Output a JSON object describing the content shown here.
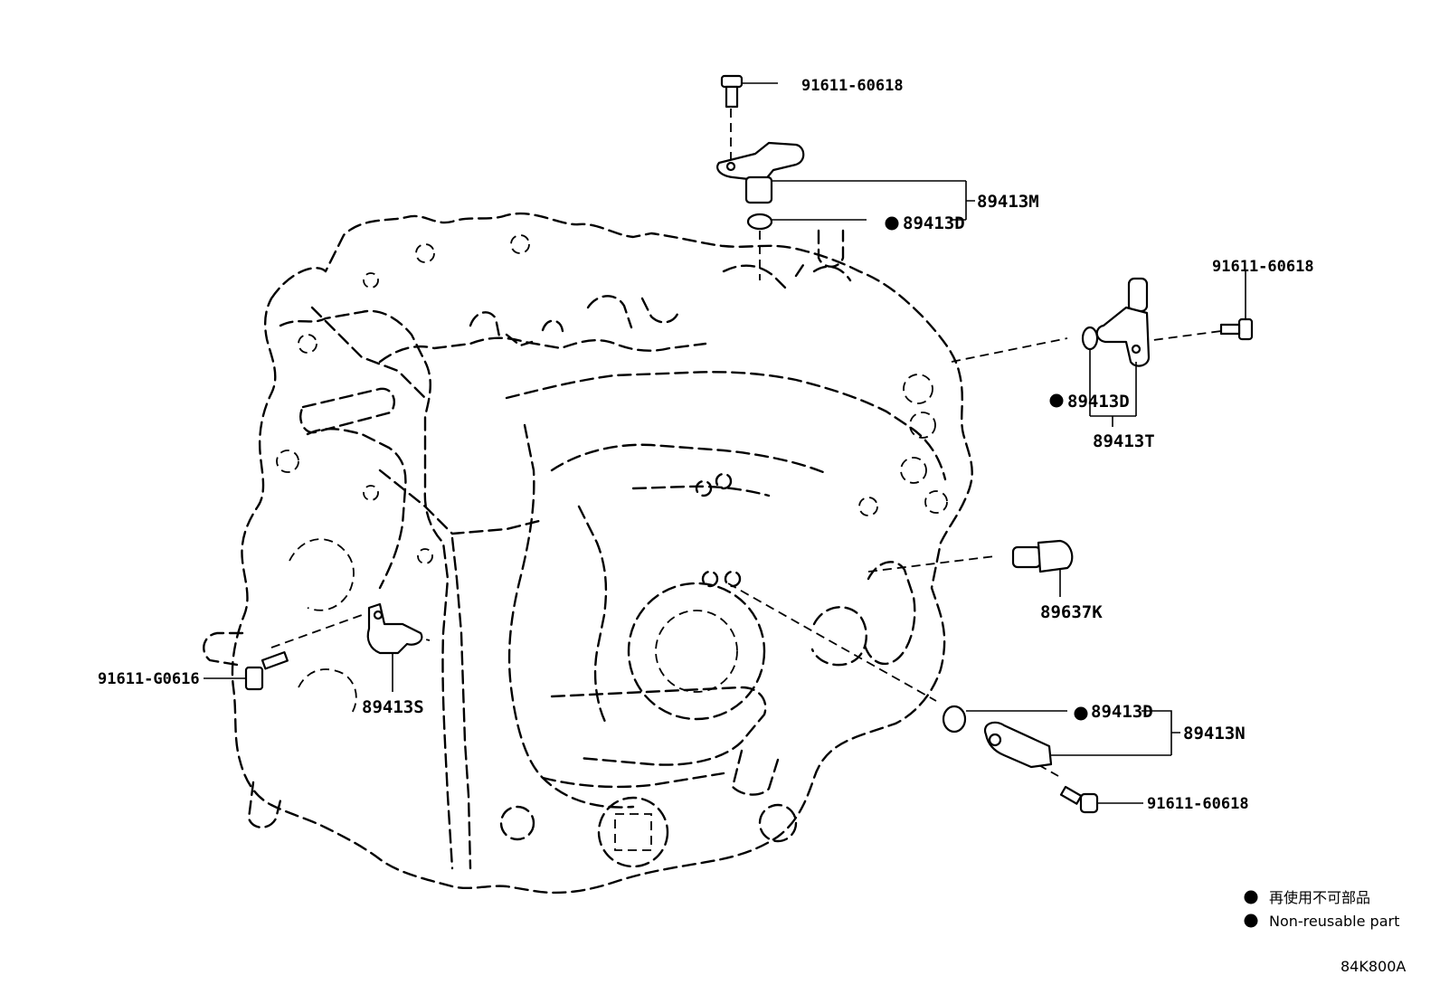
{
  "diagram": {
    "code": "84K800A",
    "legend": {
      "japanese": "再使用不可部品",
      "english": "Non-reusable part",
      "marker_color": "#000000"
    },
    "callouts": {
      "bolt_top": "91611-60618",
      "sensor_top_assembly": "89413M",
      "oring_top": "89413D",
      "bolt_right": "91611-60618",
      "oring_right": "89413D",
      "sensor_right_assembly": "89413T",
      "switch_right": "89637K",
      "bolt_left": "91611-G0616",
      "sensor_left": "89413S",
      "oring_bottom": "89413D",
      "sensor_bottom_assembly": "89413N",
      "bolt_bottom": "91611-60618"
    }
  }
}
